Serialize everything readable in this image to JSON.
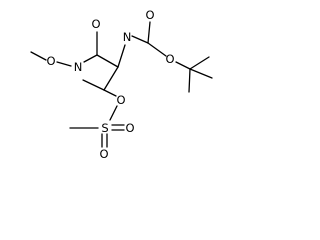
{
  "molecule": {
    "atoms": {
      "hydroxy_amide": "O",
      "methoxy_oxygen": "O",
      "amide_nitrogen": "N",
      "carbamate_nitrogen": "N",
      "carbamate_hydroxy": "O",
      "carbamate_ether": "O",
      "mesylate_ether": "O",
      "sulfur": "S",
      "sulfonyl_oxygen_top": "O",
      "sulfonyl_oxygen_bottom": "O"
    }
  }
}
